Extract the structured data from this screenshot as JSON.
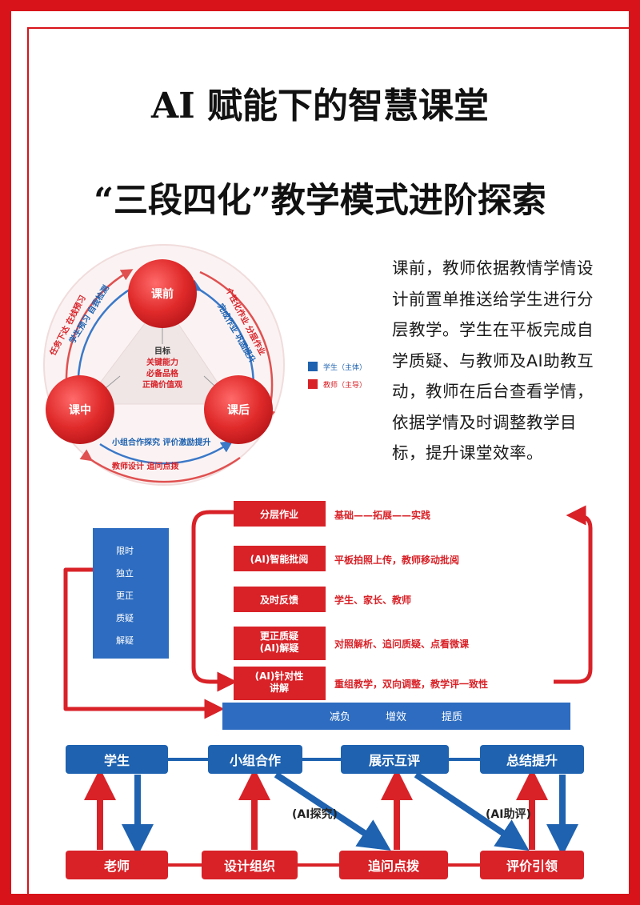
{
  "title_line1": "AI 赋能下的智慧课堂",
  "title_line2": "“三段四化”教学模式进阶探索",
  "description": "课前，教师依据教情学情设计前置单推送给学生进行分层教学。学生在平板完成自学质疑、与教师及AI助教互动，教师在后台查看学情，依据学情及时调整教学目标，提升课堂效率。",
  "cycle": {
    "nodes": {
      "top": "课前",
      "left": "课中",
      "right": "课后"
    },
    "center": {
      "heading": "目标",
      "lines": [
        "关键能力",
        "必备品格",
        "正确价值观"
      ]
    },
    "arc_labels": {
      "left_outer": "任务下达 在线预习",
      "left_inner": "学生预习 自我检测",
      "right_outer": "个性化作业 分层作业",
      "right_inner": "完成作业 巩固提升",
      "bottom_inner": "小组合作探究 评价激励提升",
      "bottom_outer": "教师设计 追问点拨"
    },
    "legend": [
      {
        "label": "学生（主体）",
        "color": "#1e62b0"
      },
      {
        "label": "教师（主导）",
        "color": "#d82228"
      }
    ]
  },
  "homework_flow": {
    "left_box_items": [
      "限时",
      "独立",
      "更正",
      "质疑",
      "解疑"
    ],
    "rows": [
      {
        "label": "分层作业",
        "detail": "基础——拓展——实践"
      },
      {
        "label": "(AI)智能批阅",
        "detail": "平板拍照上传，教师移动批阅"
      },
      {
        "label": "及时反馈",
        "detail": "学生、家长、教师"
      },
      {
        "label": "更正质疑\n(AI)解疑",
        "detail": "对照解析、追问质疑、点看微课"
      },
      {
        "label": "(AI)针对性\n讲解",
        "detail": "重组教学，双向调整，教学评一致性"
      }
    ],
    "bottom_bar": [
      "减负",
      "增效",
      "提质"
    ]
  },
  "class_flow": {
    "student_row": [
      "学生",
      "小组合作",
      "展示互评",
      "总结提升"
    ],
    "teacher_row": [
      "老师",
      "设计组织",
      "追问点拨",
      "评价引领"
    ],
    "labels": {
      "ai_explore": "(AI探究)",
      "ai_assist": "(AI助评)"
    }
  },
  "colors": {
    "red": "#d82228",
    "blue": "#1e62b0",
    "frame": "#d8141a"
  }
}
